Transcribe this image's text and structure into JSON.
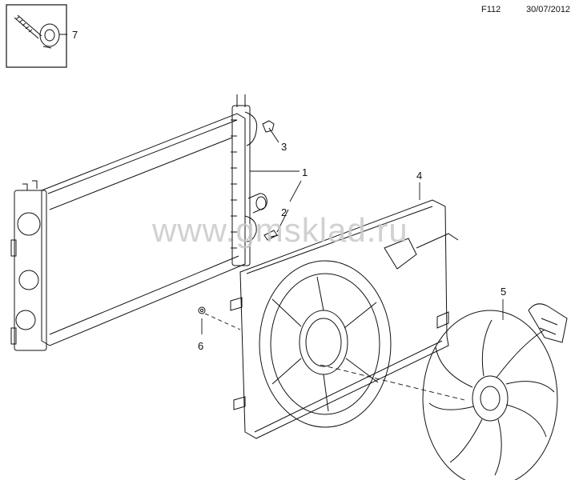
{
  "header": {
    "code": "F112",
    "date": "30/07/2012"
  },
  "watermark": "www.gmsklad.ru",
  "callouts": {
    "c1": "1",
    "c2": "2",
    "c3": "3",
    "c4": "4",
    "c5": "5",
    "c6": "6",
    "c7": "7"
  },
  "parts": [
    {
      "number": "1",
      "icon": "radiator-icon"
    },
    {
      "number": "2",
      "icon": "drain-plug-icon"
    },
    {
      "number": "3",
      "icon": "bleed-screw-icon"
    },
    {
      "number": "4",
      "icon": "fan-shroud-icon"
    },
    {
      "number": "5",
      "icon": "fan-motor-icon"
    },
    {
      "number": "6",
      "icon": "nut-icon"
    },
    {
      "number": "7",
      "icon": "torx-screw-icon"
    }
  ]
}
